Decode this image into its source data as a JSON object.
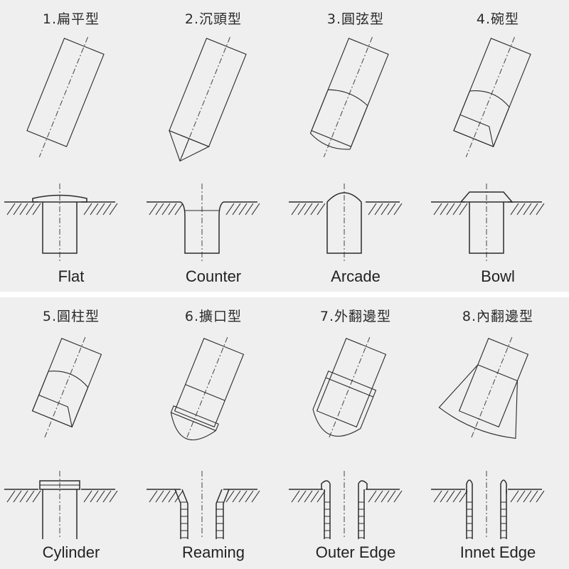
{
  "diagram": {
    "top_row": [
      {
        "title": "1.扁平型",
        "label": "Flat",
        "shape": "flat"
      },
      {
        "title": "2.沉頭型",
        "label": "Counter",
        "shape": "counter"
      },
      {
        "title": "3.圓弦型",
        "label": "Arcade",
        "shape": "arcade"
      },
      {
        "title": "4.碗型",
        "label": "Bowl",
        "shape": "bowl"
      }
    ],
    "bottom_row": [
      {
        "title": "5.圓柱型",
        "label": "Cylinder",
        "shape": "cylinder"
      },
      {
        "title": "6.擴口型",
        "label": "Reaming",
        "shape": "reaming"
      },
      {
        "title": "7.外翻邊型",
        "label": "Outer Edge",
        "shape": "outer-edge"
      },
      {
        "title": "8.內翻邊型",
        "label": "Innet Edge",
        "shape": "inner-edge"
      }
    ]
  }
}
